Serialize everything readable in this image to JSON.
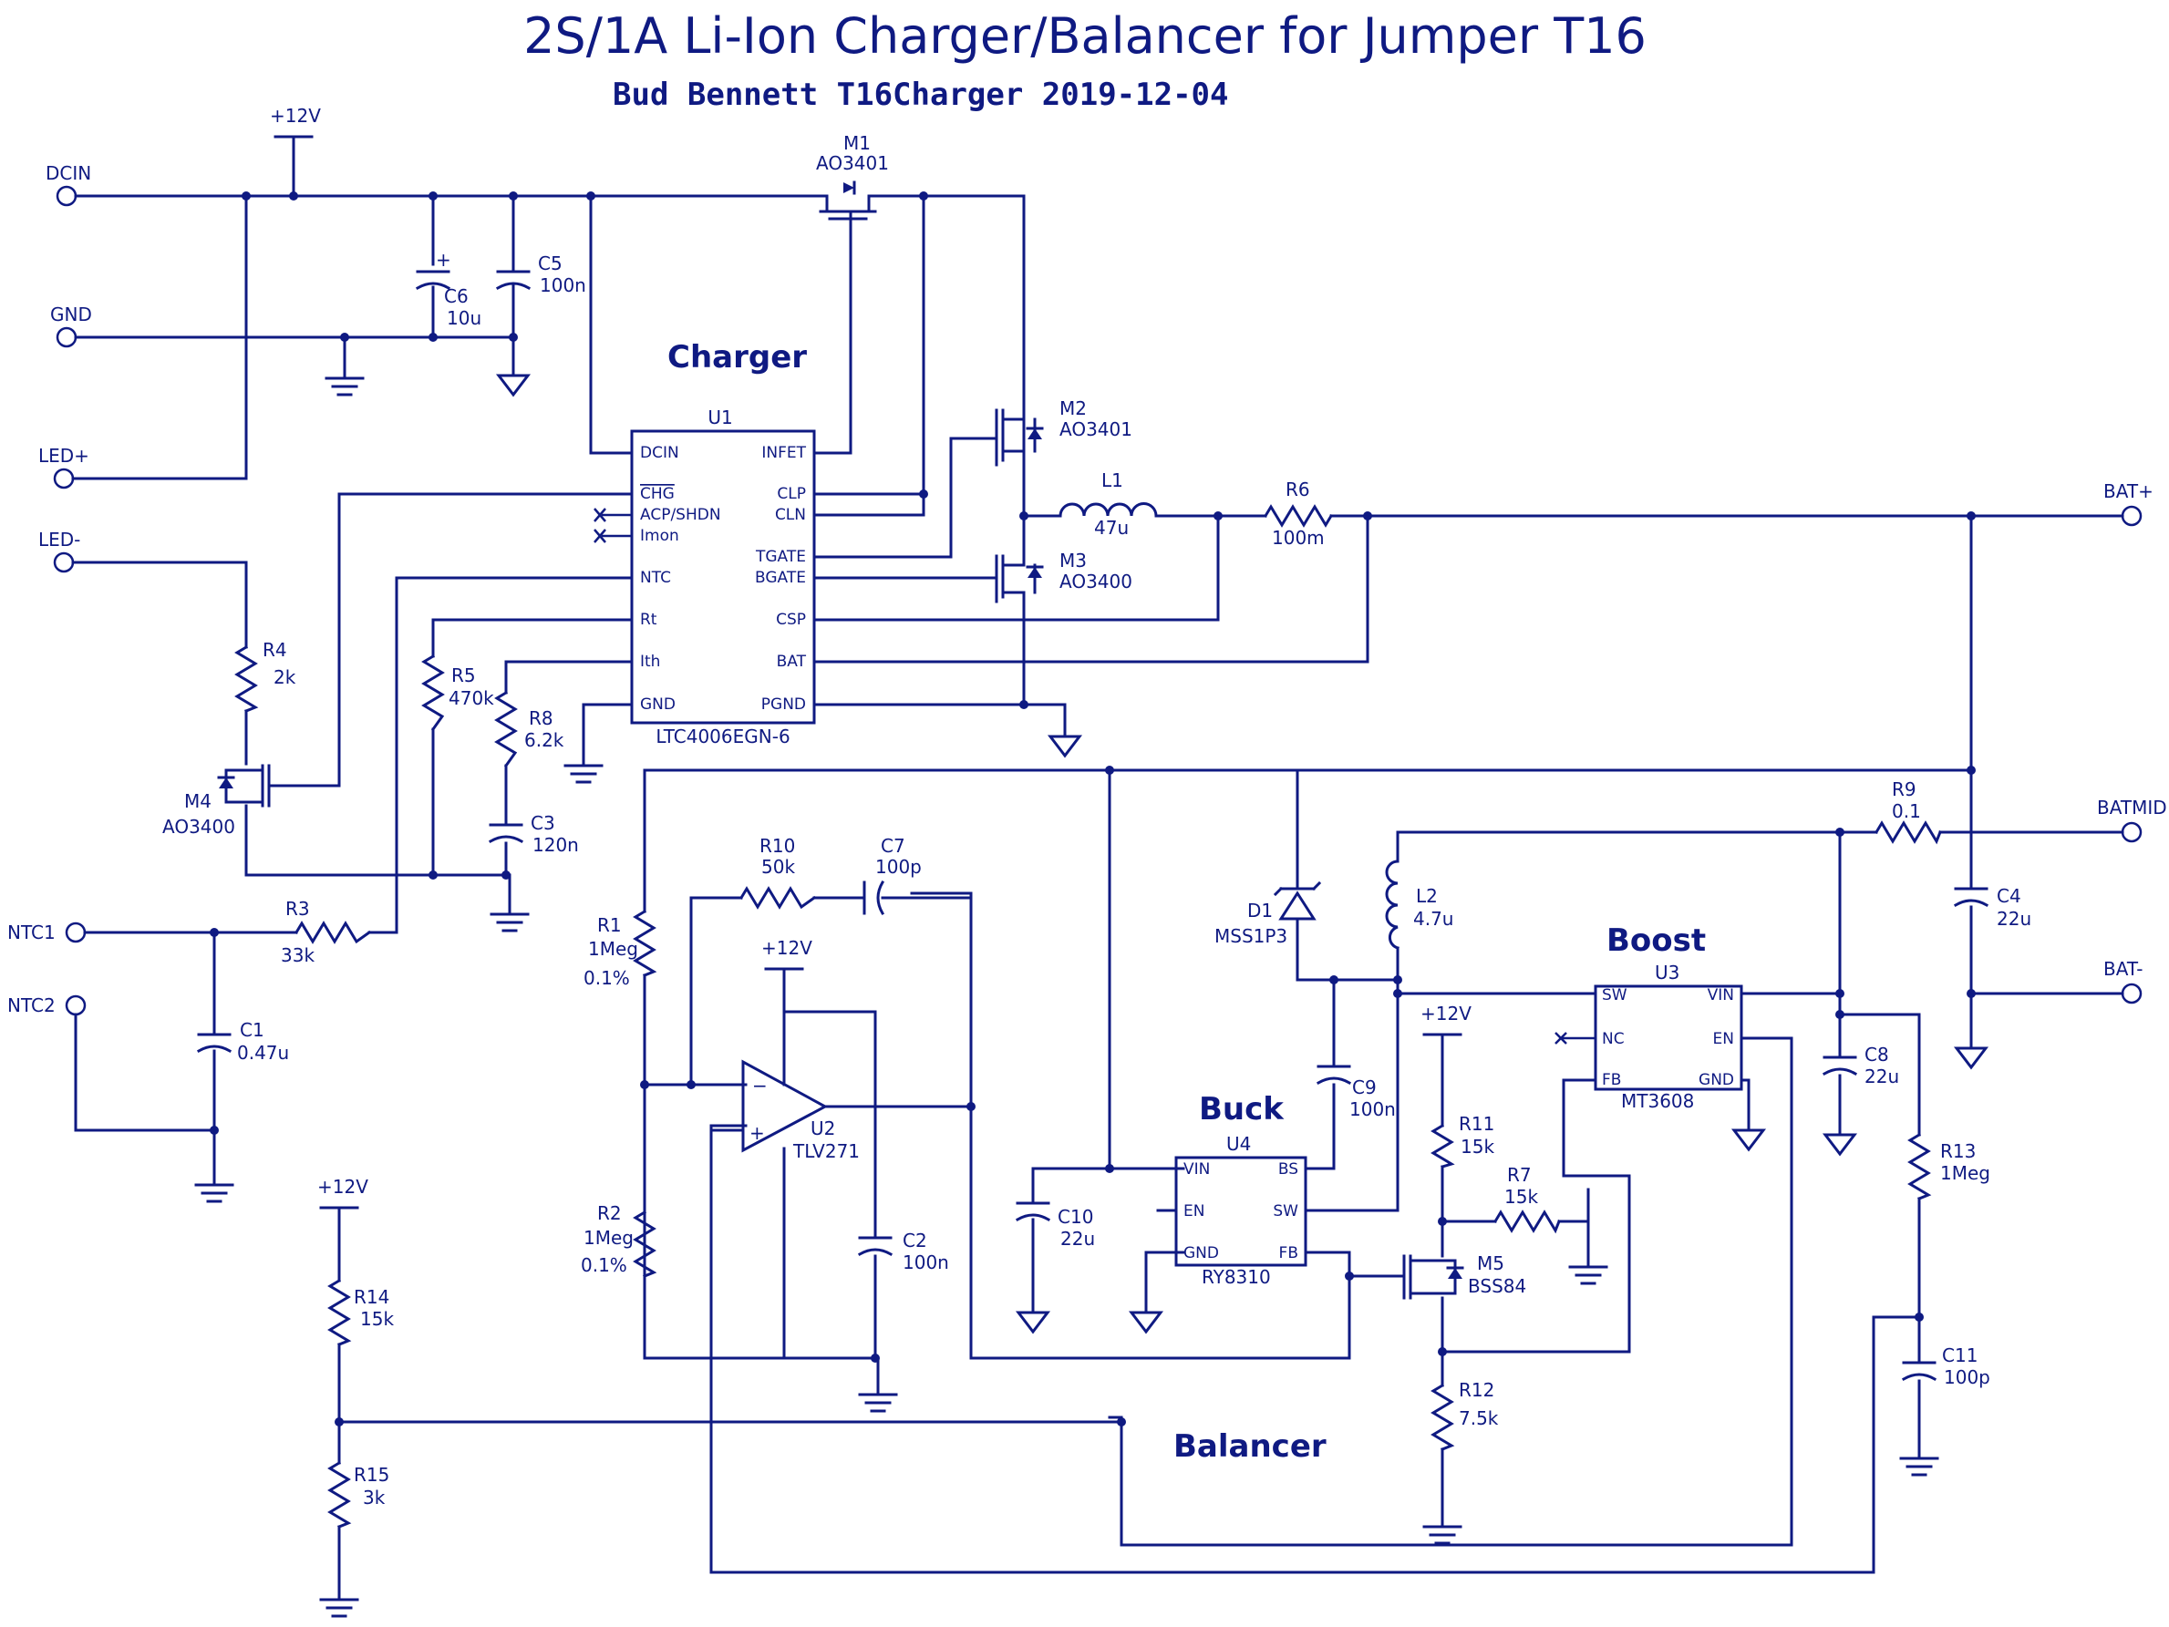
{
  "title": "2S/1A Li-Ion Charger/Balancer for Jumper T16",
  "subtitle": "Bud Bennett  T16Charger  2019-12-04",
  "colors": {
    "ink": "#0f1a82",
    "background": "#ffffff"
  },
  "sections": {
    "charger": "Charger",
    "buck": "Buck",
    "boost": "Boost",
    "balancer": "Balancer"
  },
  "ports": {
    "dcin": "DCIN",
    "gnd": "GND",
    "led_plus": "LED+",
    "led_minus": "LED-",
    "ntc1": "NTC1",
    "ntc2": "NTC2",
    "bat_plus": "BAT+",
    "batmid": "BATMID",
    "bat_minus": "BAT-"
  },
  "power_labels": {
    "v12": "+12V"
  },
  "components": {
    "m1": {
      "ref": "M1",
      "value": "AO3401"
    },
    "m2": {
      "ref": "M2",
      "value": "AO3401"
    },
    "m3": {
      "ref": "M3",
      "value": "AO3400"
    },
    "m4": {
      "ref": "M4",
      "value": "AO3400"
    },
    "m5": {
      "ref": "M5",
      "value": "BSS84"
    },
    "c1": {
      "ref": "C1",
      "value": "0.47u"
    },
    "c2": {
      "ref": "C2",
      "value": "100n"
    },
    "c3": {
      "ref": "C3",
      "value": "120n"
    },
    "c4": {
      "ref": "C4",
      "value": "22u"
    },
    "c5": {
      "ref": "C5",
      "value": "100n"
    },
    "c6": {
      "ref": "C6",
      "value": "10u"
    },
    "c7": {
      "ref": "C7",
      "value": "100p"
    },
    "c8": {
      "ref": "C8",
      "value": "22u"
    },
    "c9": {
      "ref": "C9",
      "value": "100n"
    },
    "c10": {
      "ref": "C10",
      "value": "22u"
    },
    "c11": {
      "ref": "C11",
      "value": "100p"
    },
    "r1": {
      "ref": "R1",
      "value": "1Meg",
      "tol": "0.1%"
    },
    "r2": {
      "ref": "R2",
      "value": "1Meg",
      "tol": "0.1%"
    },
    "r3": {
      "ref": "R3",
      "value": "33k"
    },
    "r4": {
      "ref": "R4",
      "value": "2k"
    },
    "r5": {
      "ref": "R5",
      "value": "470k"
    },
    "r6": {
      "ref": "R6",
      "value": "100m"
    },
    "r7": {
      "ref": "R7",
      "value": "15k"
    },
    "r8": {
      "ref": "R8",
      "value": "6.2k"
    },
    "r9": {
      "ref": "R9",
      "value": "0.1"
    },
    "r10": {
      "ref": "R10",
      "value": "50k"
    },
    "r11": {
      "ref": "R11",
      "value": "15k"
    },
    "r12": {
      "ref": "R12",
      "value": "7.5k"
    },
    "r13": {
      "ref": "R13",
      "value": "1Meg"
    },
    "r14": {
      "ref": "R14",
      "value": "15k"
    },
    "r15": {
      "ref": "R15",
      "value": "3k"
    },
    "l1": {
      "ref": "L1",
      "value": "47u"
    },
    "l2": {
      "ref": "L2",
      "value": "4.7u"
    },
    "d1": {
      "ref": "D1",
      "value": "MSS1P3"
    }
  },
  "ics": {
    "u1": {
      "ref": "U1",
      "part": "LTC4006EGN-6",
      "pins_left": [
        "DCIN",
        "CHG",
        "ACP/SHDN",
        "Imon",
        "NTC",
        "Rt",
        "Ith",
        "GND"
      ],
      "pins_right": [
        "INFET",
        "CLP",
        "CLN",
        "TGATE",
        "BGATE",
        "CSP",
        "BAT",
        "PGND"
      ]
    },
    "u2": {
      "ref": "U2",
      "part": "TLV271"
    },
    "u3": {
      "ref": "U3",
      "part": "MT3608",
      "pins_left": [
        "SW",
        "NC",
        "FB"
      ],
      "pins_right": [
        "VIN",
        "EN",
        "GND"
      ]
    },
    "u4": {
      "ref": "U4",
      "part": "RY8310",
      "pins_left": [
        "VIN",
        "EN",
        "GND"
      ],
      "pins_right": [
        "BS",
        "SW",
        "FB"
      ]
    }
  }
}
